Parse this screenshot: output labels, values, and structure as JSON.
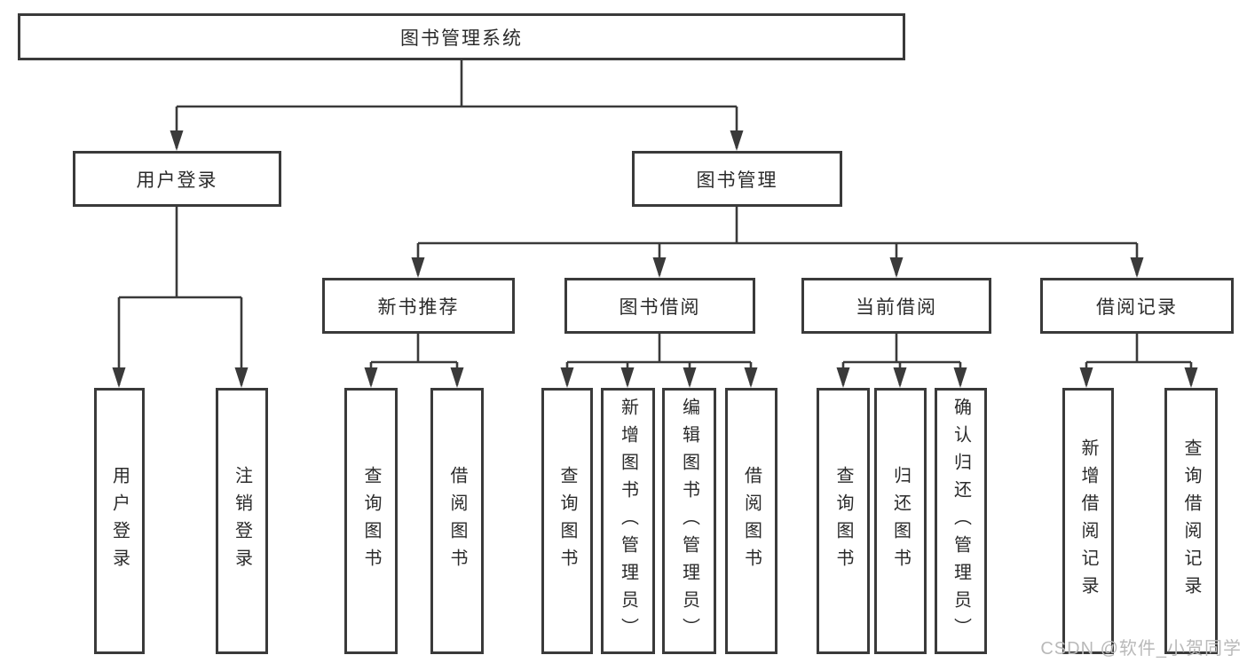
{
  "diagram": {
    "type": "hierarchy-structure-chart",
    "nodes": {
      "root": {
        "label": "图书管理系统"
      },
      "user_login": {
        "label": "用户登录"
      },
      "book_management": {
        "label": "图书管理"
      },
      "new_book_recommend": {
        "label": "新书推荐"
      },
      "book_borrow": {
        "label": "图书借阅"
      },
      "current_borrow": {
        "label": "当前借阅"
      },
      "borrow_records": {
        "label": "借阅记录"
      },
      "user_login_leaf": {
        "label": "用户登录"
      },
      "logout_leaf": {
        "label": "注销登录"
      },
      "recommend_query": {
        "label": "查询图书"
      },
      "recommend_borrow": {
        "label": "借阅图书"
      },
      "borrow_query": {
        "label": "查询图书"
      },
      "borrow_add": {
        "label": "新增图书（管理员）"
      },
      "borrow_edit": {
        "label": "编辑图书（管理员）"
      },
      "borrow_borrow": {
        "label": "借阅图书"
      },
      "current_query": {
        "label": "查询图书"
      },
      "current_return": {
        "label": "归还图书"
      },
      "current_confirm": {
        "label": "确认归还（管理员）"
      },
      "records_add": {
        "label": "新增借阅记录"
      },
      "records_query": {
        "label": "查询借阅记录"
      }
    },
    "edges": [
      {
        "from": "root",
        "to": "user_login"
      },
      {
        "from": "root",
        "to": "book_management"
      },
      {
        "from": "user_login",
        "to": "user_login_leaf"
      },
      {
        "from": "user_login",
        "to": "logout_leaf"
      },
      {
        "from": "book_management",
        "to": "new_book_recommend"
      },
      {
        "from": "book_management",
        "to": "book_borrow"
      },
      {
        "from": "book_management",
        "to": "current_borrow"
      },
      {
        "from": "book_management",
        "to": "borrow_records"
      },
      {
        "from": "new_book_recommend",
        "to": "recommend_query"
      },
      {
        "from": "new_book_recommend",
        "to": "recommend_borrow"
      },
      {
        "from": "book_borrow",
        "to": "borrow_query"
      },
      {
        "from": "book_borrow",
        "to": "borrow_add"
      },
      {
        "from": "book_borrow",
        "to": "borrow_edit"
      },
      {
        "from": "book_borrow",
        "to": "borrow_borrow"
      },
      {
        "from": "current_borrow",
        "to": "current_query"
      },
      {
        "from": "current_borrow",
        "to": "current_return"
      },
      {
        "from": "current_borrow",
        "to": "current_confirm"
      },
      {
        "from": "borrow_records",
        "to": "records_add"
      },
      {
        "from": "borrow_records",
        "to": "records_query"
      }
    ]
  },
  "colors": {
    "line": "#3a3a3a",
    "box_border": "#3a3a3a",
    "text": "#2b2b2b",
    "watermark": "#b9b9b9",
    "background": "#ffffff"
  },
  "watermark": {
    "text": "CSDN @软件_小贺同学"
  }
}
